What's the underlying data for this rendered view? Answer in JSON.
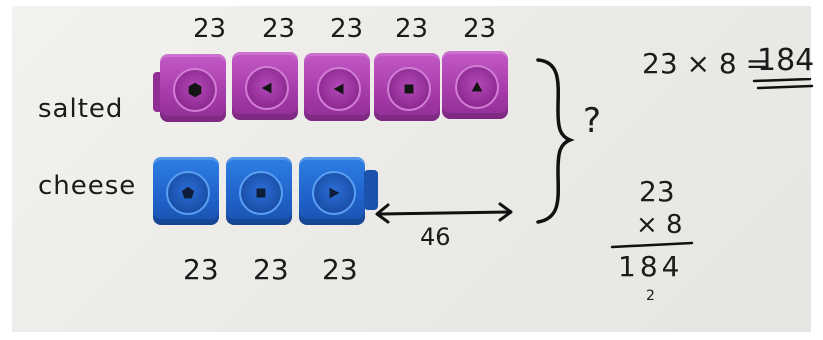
{
  "labels": {
    "salted": "salted",
    "cheese": "cheese",
    "question": "?",
    "difference": "46"
  },
  "numbers_top": [
    "23",
    "23",
    "23",
    "23",
    "23"
  ],
  "numbers_bottom": [
    "23",
    "23",
    "23"
  ],
  "equation": {
    "lhs": "23 × 8 =",
    "answer": "184"
  },
  "working": {
    "multiplicand": "23",
    "multiplier": "× 8",
    "product": "184",
    "carry": "2"
  },
  "cubes": {
    "pink_count": 5,
    "blue_count": 3,
    "pink_glyphs": [
      "hexagon-icon",
      "triangle-left-icon",
      "triangle-left-icon",
      "square-icon",
      "triangle-up-icon"
    ],
    "blue_glyphs": [
      "pentagon-icon",
      "square-icon",
      "triangle-right-icon"
    ],
    "colors": {
      "pink": "#a53aa9",
      "blue": "#1f62c9"
    }
  }
}
